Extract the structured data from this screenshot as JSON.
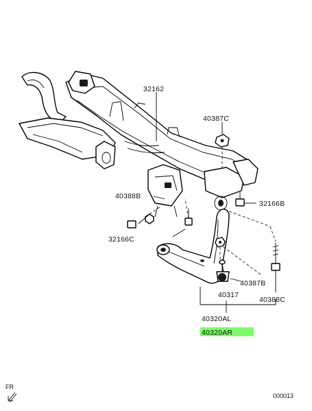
{
  "diagram": {
    "labels": {
      "subframe": "32162",
      "nut_top": "40387C",
      "bolt_left": "40388B",
      "bracket_left": "32166C",
      "bracket_right": "32166B",
      "nut_right": "40387B",
      "bolt_right": "40388C",
      "ball_joint": "40317",
      "arm_left": "40320AL",
      "arm_right": "40320AR"
    },
    "highlight_color": "#7CFC6A",
    "highlighted_label": "40320AR",
    "direction_mark": "FR",
    "direction_icon": "front-arrow-icon",
    "figure_code": "000013"
  }
}
